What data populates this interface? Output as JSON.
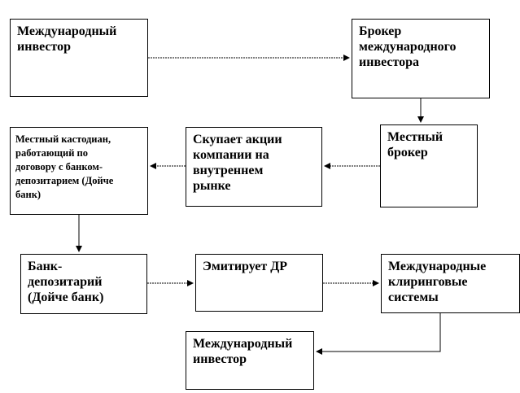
{
  "diagram": {
    "boxes": {
      "intl_investor_top": "Международный\nинвестор",
      "intl_investor_broker": "Брокер\nмеждународного\nинвестора",
      "local_custodian": "Местный кастодиан,\nработающий по\nдоговору с банком-\nдепозитарием (Дойче\nбанк)",
      "buys_shares": "Скупает акции\nкомпании на\nвнутреннем\nрынке",
      "local_broker": "Местный\nброкер",
      "depositary_bank": "Банк-\nдепозитарий\n(Дойче банк)",
      "issues_dr": "Эмитирует ДР",
      "intl_clearing": "Международные\nклиринговые\nсистемы",
      "intl_investor_bottom": "Международный\nинвестор"
    },
    "colors": {
      "line": "#000000",
      "box_border": "#000000",
      "background": "#ffffff"
    }
  }
}
